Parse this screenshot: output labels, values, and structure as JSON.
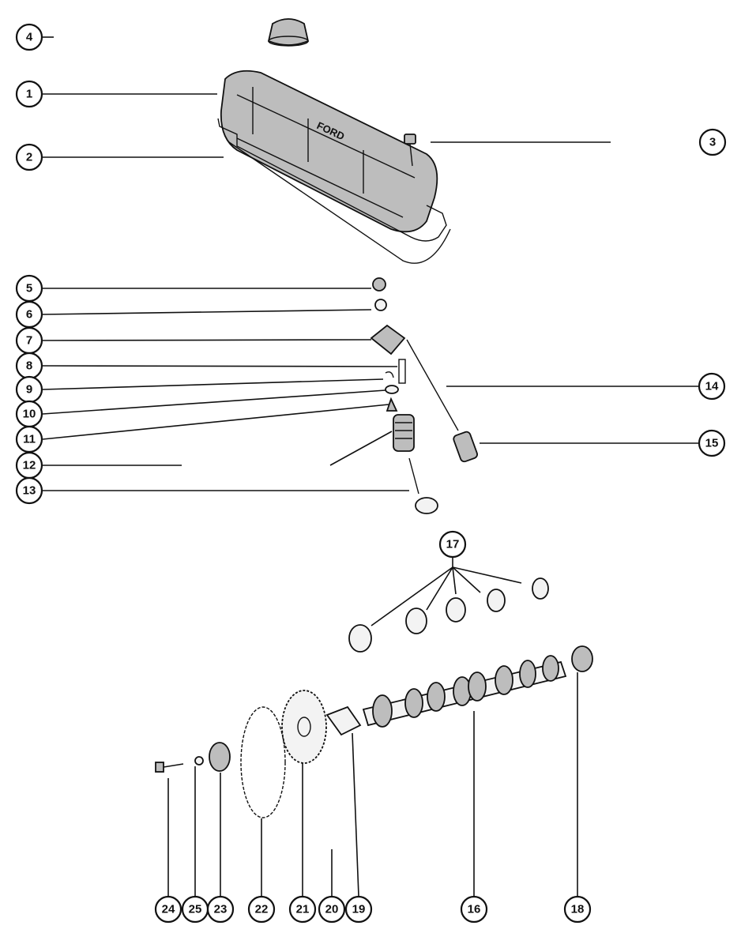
{
  "callouts": [
    {
      "id": "1",
      "label": "1"
    },
    {
      "id": "2",
      "label": "2"
    },
    {
      "id": "3",
      "label": "3"
    },
    {
      "id": "4",
      "label": "4"
    },
    {
      "id": "5",
      "label": "5"
    },
    {
      "id": "6",
      "label": "6"
    },
    {
      "id": "7",
      "label": "7"
    },
    {
      "id": "8",
      "label": "8"
    },
    {
      "id": "9",
      "label": "9"
    },
    {
      "id": "10",
      "label": "10"
    },
    {
      "id": "11",
      "label": "11"
    },
    {
      "id": "12",
      "label": "12"
    },
    {
      "id": "13",
      "label": "13"
    },
    {
      "id": "14",
      "label": "14"
    },
    {
      "id": "15",
      "label": "15"
    },
    {
      "id": "16",
      "label": "16"
    },
    {
      "id": "17",
      "label": "17"
    },
    {
      "id": "18",
      "label": "18"
    },
    {
      "id": "19",
      "label": "19"
    },
    {
      "id": "20",
      "label": "20"
    },
    {
      "id": "21",
      "label": "21"
    },
    {
      "id": "22",
      "label": "22"
    },
    {
      "id": "23",
      "label": "23"
    },
    {
      "id": "24",
      "label": "24"
    },
    {
      "id": "25",
      "label": "25"
    }
  ],
  "colors": {
    "ink": "#111111",
    "paper": "#ffffff",
    "shade": "#bdbdbd"
  }
}
